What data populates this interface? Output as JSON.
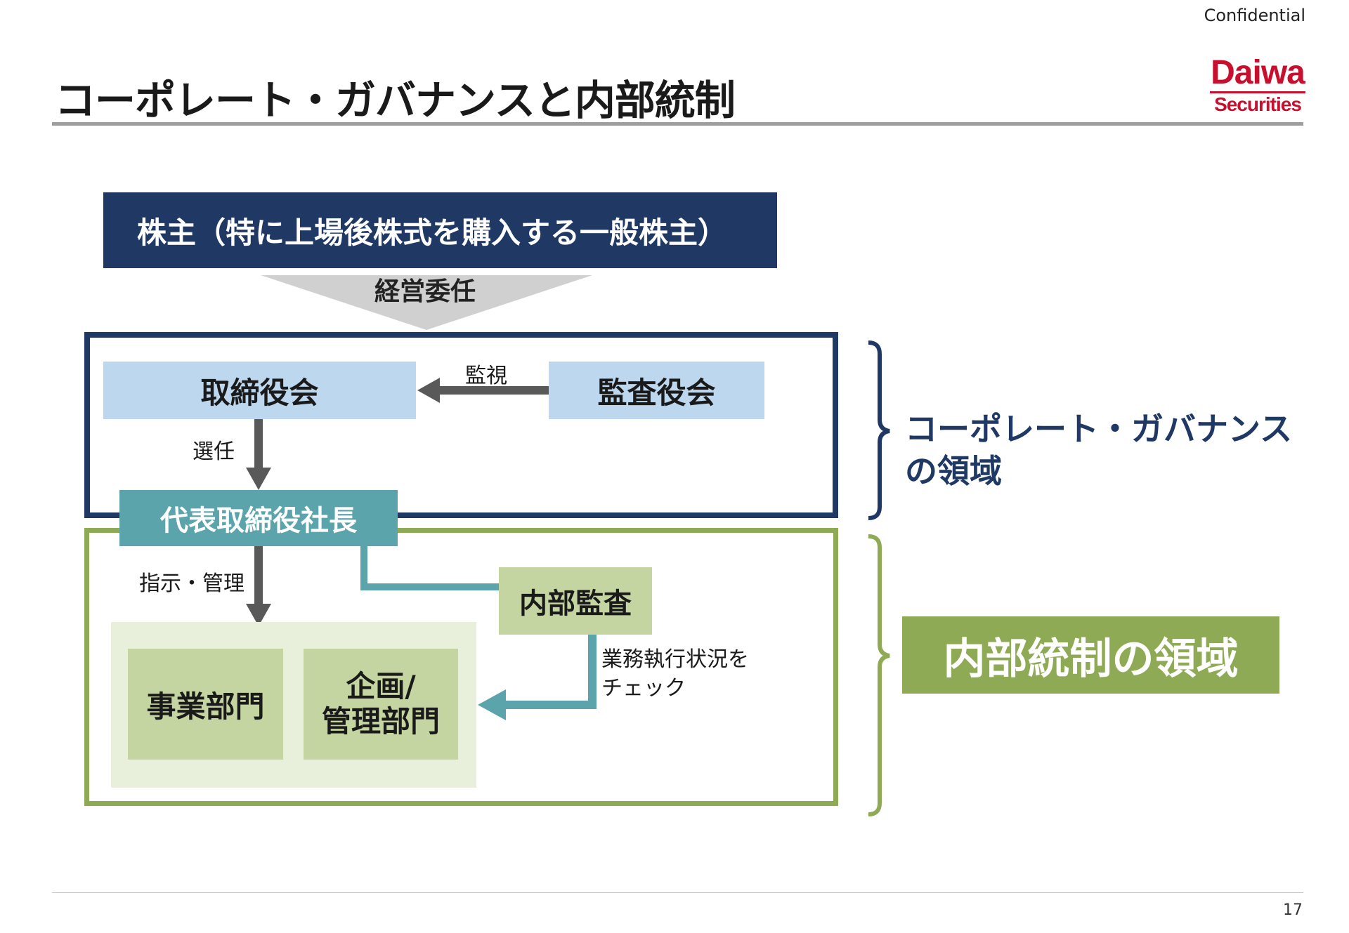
{
  "header": {
    "confidential": "Confidential",
    "title": "コーポレート・ガバナンスと内部統制",
    "logo_line1": "Daiwa",
    "logo_line2": "Securities"
  },
  "diagram": {
    "shareholders": "株主（特に上場後株式を購入する一般株主）",
    "delegation": "経営委任",
    "board": "取締役会",
    "auditors": "監査役会",
    "monitor": "監視",
    "appoint": "選任",
    "president": "代表取締役社長",
    "instruct": "指示・管理",
    "internal_audit": "内部監査",
    "check": "業務執行状況を\nチェック",
    "business_dept": "事業部門",
    "planning_dept": "企画/\n管理部門",
    "governance_area": "コーポレート・ガバナンス\nの領域",
    "internal_control_area": "内部統制の領域",
    "colors": {
      "navy": "#1f3864",
      "light_blue": "#bdd7ee",
      "teal": "#5ba4ac",
      "olive_green": "#8faa55",
      "light_green": "#c5d5a1",
      "arrow_gray": "#595959"
    }
  },
  "footer": {
    "page_number": "17"
  }
}
